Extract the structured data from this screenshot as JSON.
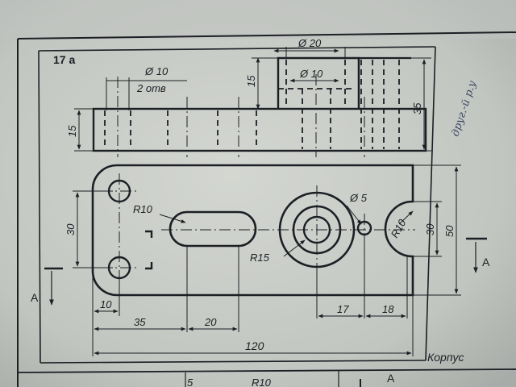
{
  "sheet": {
    "task_number": "17 a",
    "part_name": "Корпус",
    "handwritten_note": "друг.-й р.у",
    "section_mark": "А",
    "bottom_partial": {
      "left": "5",
      "right": "R10"
    }
  },
  "front_view": {
    "hole_label_top": "Ø 10",
    "hole_label_bottom": "2 отв",
    "boss_diameter": "Ø 20",
    "bore_diameter": "Ø 10",
    "boss_height": "15",
    "base_height": "15",
    "total_height": "35"
  },
  "top_view": {
    "slot_radius": "R10",
    "counterbore_radius": "R15",
    "small_hole": "Ø 5",
    "notch_radius": "R10",
    "hole_spacing_vertical": "30",
    "notch_height": "30",
    "overall_width": "50",
    "dim_10": "10",
    "dim_35": "35",
    "dim_20": "20",
    "dim_17": "17",
    "dim_18": "18",
    "overall_length": "120"
  },
  "colors": {
    "paper": "#c9ccc6",
    "ink": "#1c1f24",
    "handwriting": "#3d4663"
  }
}
